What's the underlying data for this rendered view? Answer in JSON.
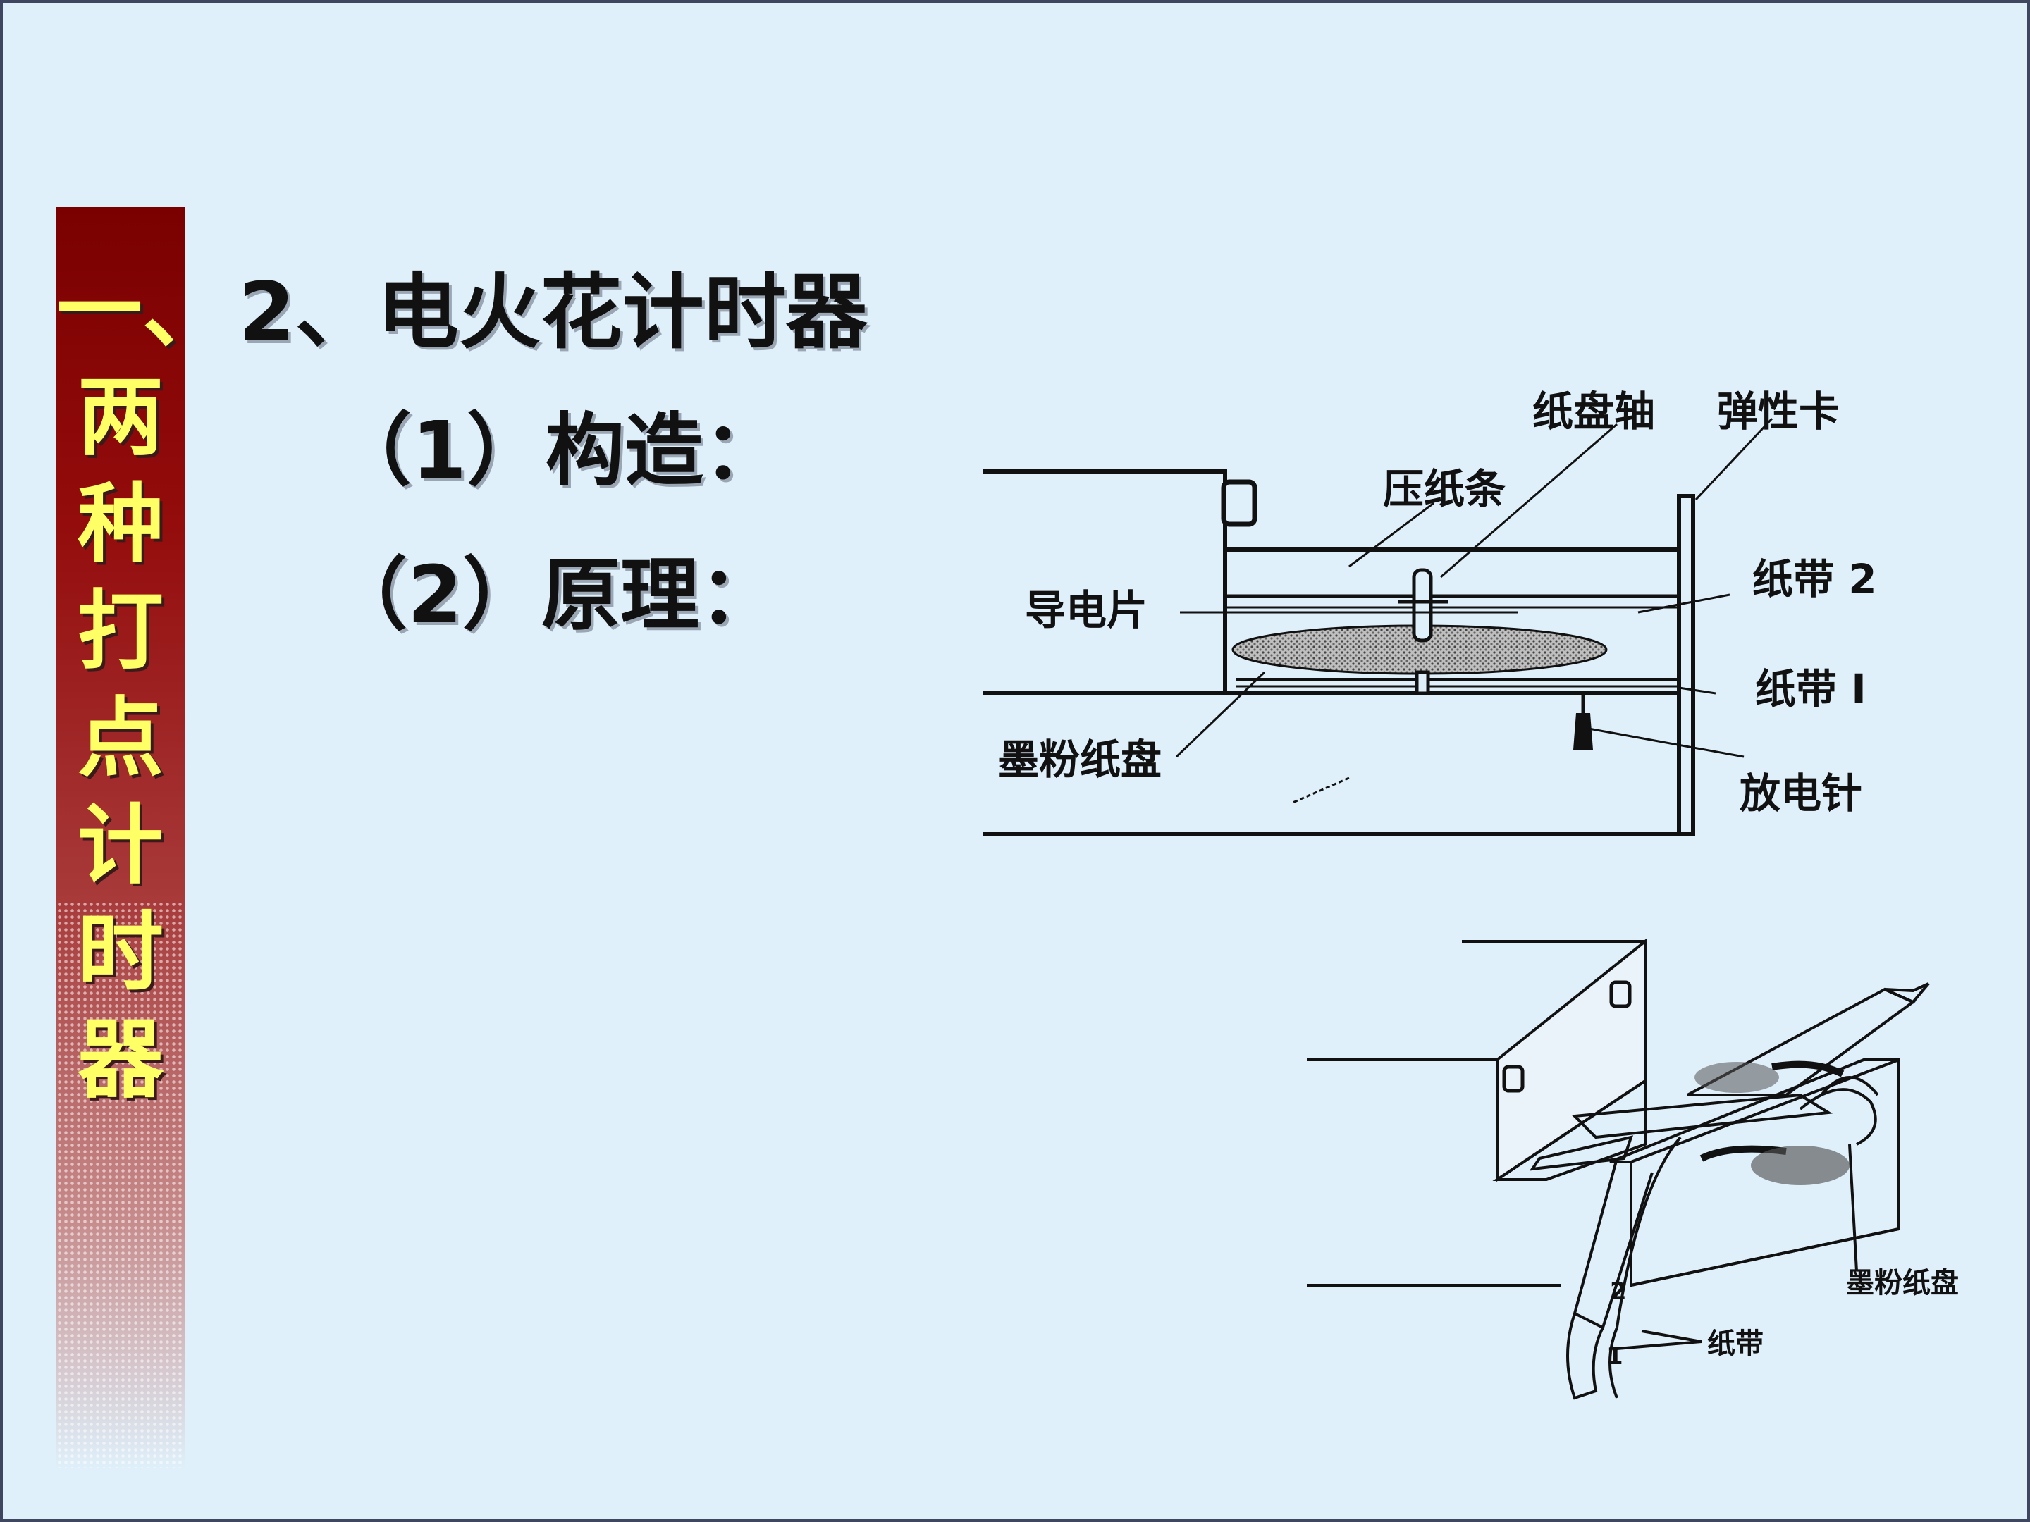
{
  "sidebar": {
    "title": "一、两种打点计时器"
  },
  "main": {
    "heading": "2、电火花计时器",
    "items": [
      {
        "label": "（1）构造："
      },
      {
        "label": "（2）原理："
      }
    ]
  },
  "diagram_top": {
    "labels": {
      "paper_disk_axis": "纸盘轴",
      "elastic_clip": "弹性卡",
      "pressing_strip": "压纸条",
      "conductive_sheet": "导电片",
      "tape_2": "纸带 2",
      "tape_1": "纸带 I",
      "ink_disk": "墨粉纸盘",
      "discharge_needle": "放电针"
    }
  },
  "diagram_bottom": {
    "labels": {
      "ink_disk": "墨粉纸盘",
      "tape": "纸带",
      "num_2": "2",
      "num_1": "1"
    }
  },
  "colors": {
    "background": "#dff0fa",
    "banner_dark": "#7a0000",
    "banner_text": "#ffff66",
    "frame": "#3e4660"
  }
}
